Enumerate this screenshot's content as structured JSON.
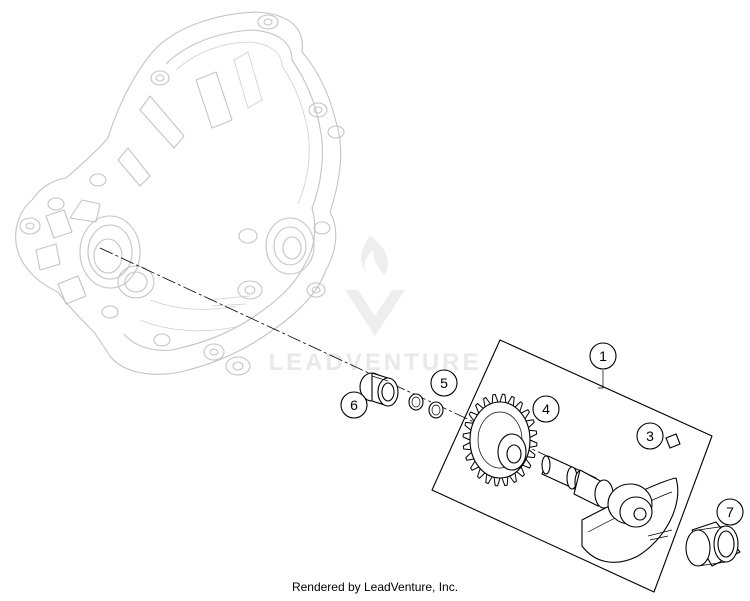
{
  "diagram": {
    "watermark": "LEADVENTURE",
    "callouts": [
      {
        "id": "1",
        "label": "1"
      },
      {
        "id": "3",
        "label": "3"
      },
      {
        "id": "4",
        "label": "4"
      },
      {
        "id": "5",
        "label": "5"
      },
      {
        "id": "6",
        "label": "6"
      },
      {
        "id": "7",
        "label": "7"
      }
    ]
  },
  "footer": {
    "credit": "Rendered by LeadVenture, Inc."
  }
}
